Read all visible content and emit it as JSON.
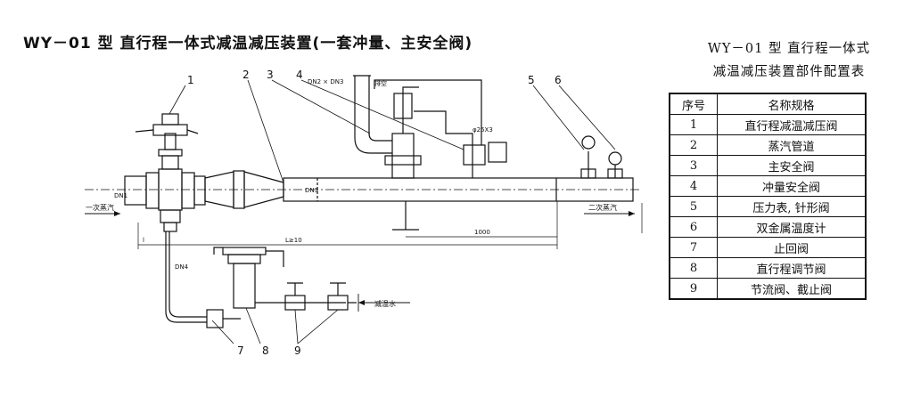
{
  "title": "WY－01 型   直行程一体式减温减压装置(一套冲量、主安全阀)",
  "table_title_line1": "WY－01 型   直行程一体式",
  "table_title_line2": "减温减压装置部件配置表",
  "table": {
    "headers": [
      "序号",
      "名称规格"
    ],
    "rows": [
      [
        "1",
        "直行程减温减压阀"
      ],
      [
        "2",
        "蒸汽管道"
      ],
      [
        "3",
        "主安全阀"
      ],
      [
        "4",
        "冲量安全阀"
      ],
      [
        "5",
        "压力表, 针形阀"
      ],
      [
        "6",
        "双金属温度计"
      ],
      [
        "7",
        "止回阀"
      ],
      [
        "8",
        "直行程调节阀"
      ],
      [
        "9",
        "节流阀、截止阀"
      ]
    ]
  },
  "diagram": {
    "callouts": [
      "1",
      "2",
      "3",
      "4",
      "5",
      "6",
      "7",
      "8",
      "9"
    ],
    "labels": {
      "primary_steam": "一次蒸汽",
      "secondary_steam": "二次蒸汽",
      "desuperheat_water": "减温水",
      "vent": "排空",
      "dn2_dn3": "DN2 × DN3",
      "dn1": "DN1",
      "dn3": "DN3",
      "dn4": "DN4",
      "dim_l": "L≥10",
      "dim_1000": "1000",
      "gauge_size": "φ25X3",
      "dim_l1": "l"
    }
  }
}
